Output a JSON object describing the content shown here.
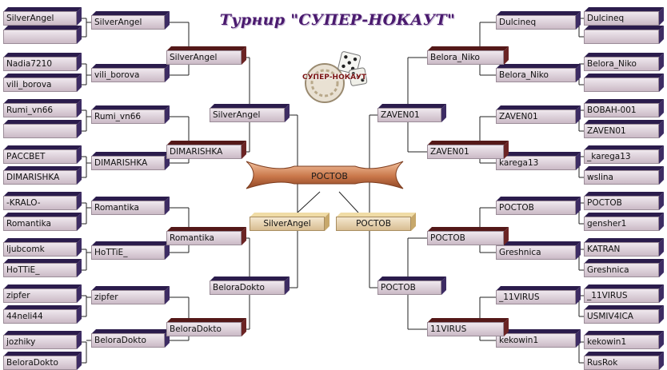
{
  "title": "Турнир \"СУПЕР-НОКАУТ\"",
  "logo_text": "СУПЕР-НОКАУТ",
  "champion": "РОСТОВ",
  "finalists": {
    "left": "SilverAngel",
    "right": "РОСТОВ"
  },
  "left": {
    "round1": [
      "SilverAngel",
      "",
      "Nadia7210",
      "vili_borova",
      "Rumi_vn66",
      "",
      "РАССВЕТ",
      "DIMARISHKA",
      "-KRALO-",
      "Romantika",
      "ljubcomk",
      "HoTTiE_",
      "zipfer",
      "44neli44",
      "jozhiky",
      "BeloraDokto"
    ],
    "round2": [
      "SilverAngel",
      "vili_borova",
      "Rumi_vn66",
      "DIMARISHKA",
      "Romantika",
      "HoTTiE_",
      "zipfer",
      "BeloraDokto"
    ],
    "round3": [
      "SilverAngel",
      "DIMARISHKA",
      "Romantika",
      "BeloraDokto"
    ],
    "semis": [
      "SilverAngel",
      "BeloraDokto"
    ]
  },
  "right": {
    "round1": [
      "Dulcineq",
      "",
      "Belora_Niko",
      "",
      "ВОВАН-001",
      "ZAVEN01",
      "_karega13",
      "wslina",
      "РОСТОВ",
      "gensher1",
      "KATRAN",
      "Greshnica",
      "_11VIRUS",
      "USMIV4ICA",
      "kekowin1",
      "RusRok"
    ],
    "round2": [
      "Dulcineq",
      "Belora_Niko",
      "ZAVEN01",
      "karega13",
      "РОСТОВ",
      "Greshnica",
      "_11VIRUS",
      "kekowin1"
    ],
    "round3": [
      "Belora_Niko",
      "ZAVEN01",
      "РОСТОВ",
      "11VIRUS"
    ],
    "semis": [
      "ZAVEN01",
      "РОСТОВ"
    ]
  },
  "colors": {
    "purple": "#2b1c4c",
    "maroon": "#541818",
    "tan": "#f0dca6",
    "ribbon": "#b5623a",
    "title": "#4a1a6e"
  }
}
